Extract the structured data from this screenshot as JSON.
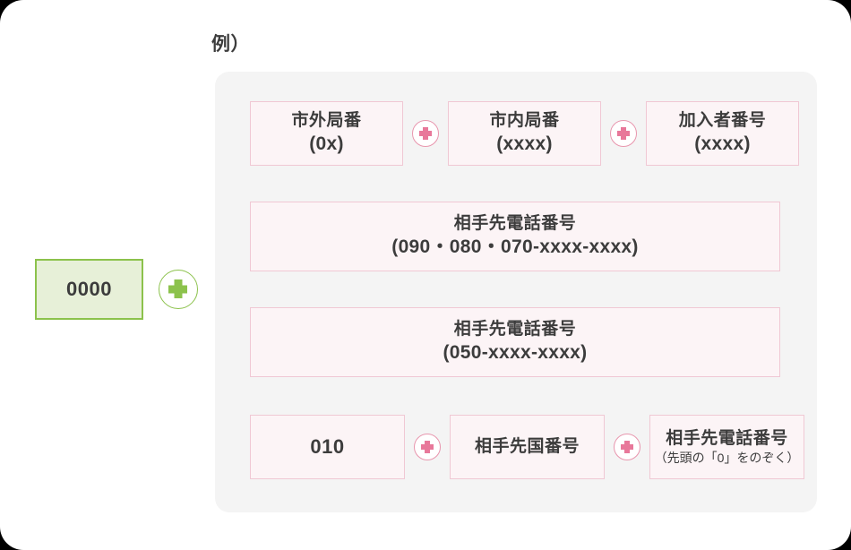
{
  "page": {
    "example_label": "例）"
  },
  "prefix": {
    "code": "0000",
    "plus_icon": "plus-circle-green-icon"
  },
  "rows": [
    {
      "id": "landline",
      "boxes": [
        {
          "title": "市外局番",
          "sub": "(0x)"
        },
        {
          "title": "市内局番",
          "sub": "(xxxx)"
        },
        {
          "title": "加入者番号",
          "sub": "(xxxx)"
        }
      ],
      "separator_icon": "plus-circle-pink-icon"
    },
    {
      "id": "mobile",
      "boxes": [
        {
          "title": "相手先電話番号",
          "sub": "(090・080・070-xxxx-xxxx)"
        }
      ]
    },
    {
      "id": "ip-phone",
      "boxes": [
        {
          "title": "相手先電話番号",
          "sub": "(050-xxxx-xxxx)"
        }
      ]
    },
    {
      "id": "international",
      "boxes": [
        {
          "number": "010"
        },
        {
          "title": "相手先国番号"
        },
        {
          "title": "相手先電話番号",
          "note": "（先頭の「0」をのぞく）"
        }
      ],
      "separator_icon": "plus-circle-pink-icon"
    }
  ],
  "colors": {
    "green_accent": "#8cc24c",
    "green_fill": "#e7f0d8",
    "pink_accent": "#e8789a",
    "pink_border": "#f0c8d4",
    "pink_fill": "#fcf4f6",
    "panel_bg": "#f4f4f4",
    "text": "#3c3c3c"
  }
}
